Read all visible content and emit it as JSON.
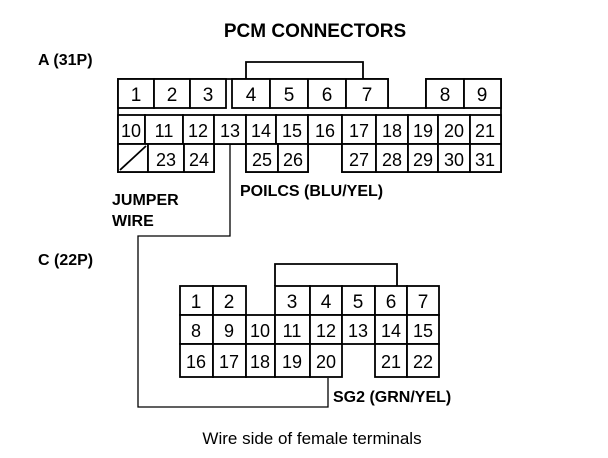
{
  "title": "PCM CONNECTORS",
  "caption": "Wire side of female terminals",
  "connector_a": {
    "label": "A (31P)",
    "pins": [
      "1",
      "2",
      "3",
      "4",
      "5",
      "6",
      "7",
      "8",
      "9",
      "10",
      "11",
      "12",
      "13",
      "14",
      "15",
      "16",
      "17",
      "18",
      "19",
      "20",
      "21",
      "23",
      "24",
      "25",
      "26",
      "27",
      "28",
      "29",
      "30",
      "31"
    ]
  },
  "connector_c": {
    "label": "C (22P)",
    "pins": [
      "1",
      "2",
      "3",
      "4",
      "5",
      "6",
      "7",
      "8",
      "9",
      "10",
      "11",
      "12",
      "13",
      "14",
      "15",
      "16",
      "17",
      "18",
      "19",
      "20",
      "21",
      "22"
    ]
  },
  "annotations": {
    "jumper_line1": "JUMPER",
    "jumper_line2": "WIRE",
    "poilcs": "POILCS (BLU/YEL)",
    "sg2": "SG2 (GRN/YEL)"
  },
  "colors": {
    "line": "#000000",
    "background": "#ffffff"
  }
}
